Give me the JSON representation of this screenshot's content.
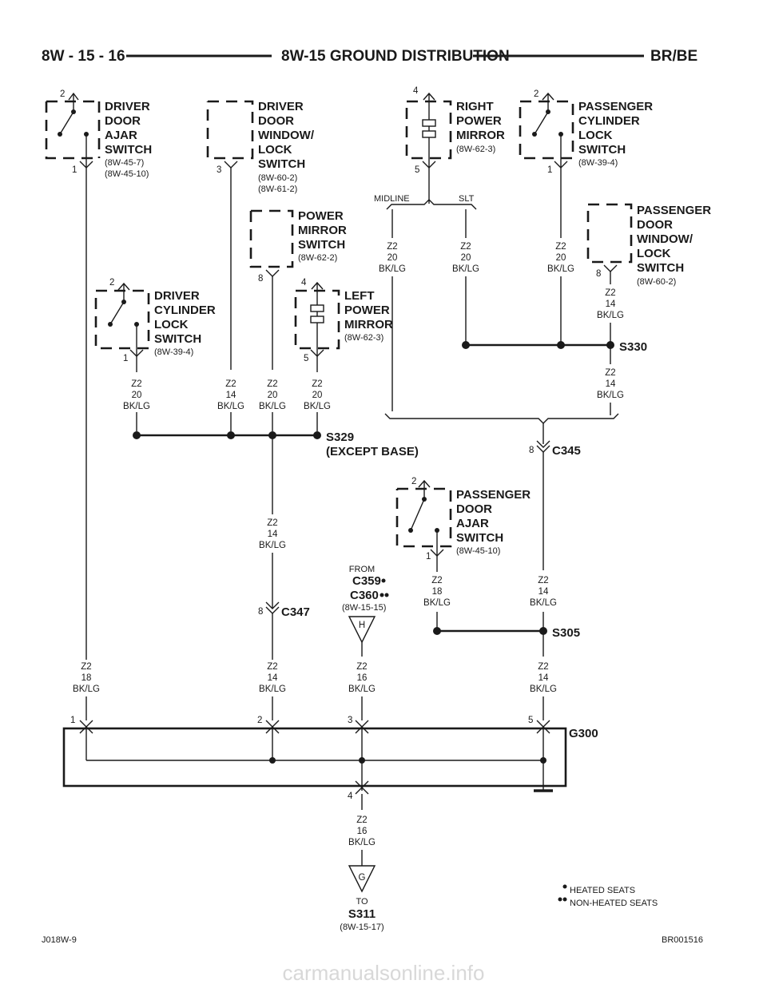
{
  "header": {
    "page_number": "8W - 15 - 16",
    "title": "8W-15 GROUND DISTRIBUTION",
    "model": "BR/BE"
  },
  "components": {
    "driver_door_ajar": {
      "name": [
        "DRIVER",
        "DOOR",
        "AJAR",
        "SWITCH"
      ],
      "refs": [
        "(8W-45-7)",
        "(8W-45-10)"
      ],
      "pin_top": "2",
      "pin_bottom": "1"
    },
    "driver_door_window": {
      "name": [
        "DRIVER",
        "DOOR",
        "WINDOW/",
        "LOCK",
        "SWITCH"
      ],
      "refs": [
        "(8W-60-2)",
        "(8W-61-2)"
      ],
      "pin": "3"
    },
    "right_power_mirror": {
      "name": [
        "RIGHT",
        "POWER",
        "MIRROR"
      ],
      "refs": [
        "(8W-62-3)"
      ],
      "pin_top": "4",
      "pin_bottom": "5"
    },
    "passenger_cylinder_lock": {
      "name": [
        "PASSENGER",
        "CYLINDER",
        "LOCK",
        "SWITCH"
      ],
      "refs": [
        "(8W-39-4)"
      ],
      "pin_top": "2",
      "pin_bottom": "1"
    },
    "passenger_door_window": {
      "name": [
        "PASSENGER",
        "DOOR",
        "WINDOW/",
        "LOCK",
        "SWITCH"
      ],
      "refs": [
        "(8W-60-2)"
      ],
      "pin": "8"
    },
    "power_mirror_switch": {
      "name": [
        "POWER",
        "MIRROR",
        "SWITCH"
      ],
      "refs": [
        "(8W-62-2)"
      ],
      "pin": "8"
    },
    "driver_cylinder_lock": {
      "name": [
        "DRIVER",
        "CYLINDER",
        "LOCK",
        "SWITCH"
      ],
      "refs": [
        "(8W-39-4)"
      ],
      "pin_top": "2",
      "pin_bottom": "1"
    },
    "left_power_mirror": {
      "name": [
        "LEFT",
        "POWER",
        "MIRROR"
      ],
      "refs": [
        "(8W-62-3)"
      ],
      "pin_top": "4",
      "pin_bottom": "5"
    },
    "passenger_door_ajar": {
      "name": [
        "PASSENGER",
        "DOOR",
        "AJAR",
        "SWITCH"
      ],
      "refs": [
        "(8W-45-10)"
      ],
      "pin_top": "2",
      "pin_bottom": "1"
    }
  },
  "mirror_options": {
    "left": "MIDLINE",
    "right": "SLT"
  },
  "wires": {
    "w_dda": [
      "Z2",
      "18",
      "BK/LG"
    ],
    "w_dcl": [
      "Z2",
      "20",
      "BK/LG"
    ],
    "w_ddw": [
      "Z2",
      "14",
      "BK/LG"
    ],
    "w_pms": [
      "Z2",
      "20",
      "BK/LG"
    ],
    "w_lpm": [
      "Z2",
      "20",
      "BK/LG"
    ],
    "w_mid": [
      "Z2",
      "20",
      "BK/LG"
    ],
    "w_slt": [
      "Z2",
      "20",
      "BK/LG"
    ],
    "w_pcl": [
      "Z2",
      "20",
      "BK/LG"
    ],
    "w_pdw": [
      "Z2",
      "14",
      "BK/LG"
    ],
    "w_s330": [
      "Z2",
      "14",
      "BK/LG"
    ],
    "w_s329": [
      "Z2",
      "14",
      "BK/LG"
    ],
    "w_pda": [
      "Z2",
      "18",
      "BK/LG"
    ],
    "w_c345": [
      "Z2",
      "14",
      "BK/LG"
    ],
    "w_g1": [
      "Z2",
      "18",
      "BK/LG"
    ],
    "w_g2": [
      "Z2",
      "14",
      "BK/LG"
    ],
    "w_g3": [
      "Z2",
      "16",
      "BK/LG"
    ],
    "w_g5": [
      "Z2",
      "14",
      "BK/LG"
    ],
    "w_g4": [
      "Z2",
      "16",
      "BK/LG"
    ]
  },
  "splices": {
    "s329": [
      "S329",
      "(EXCEPT BASE)"
    ],
    "s330": "S330",
    "s305": "S305"
  },
  "connectors": {
    "c345": {
      "label": "C345",
      "pin": "8"
    },
    "c347": {
      "label": "C347",
      "pin": "8"
    }
  },
  "from_block": {
    "from": "FROM",
    "c359": "C359",
    "c360": "C360",
    "ref": "(8W-15-15)",
    "letter": "H"
  },
  "ground": {
    "label": "G300",
    "pins": [
      "1",
      "2",
      "3",
      "5",
      "4"
    ]
  },
  "to_block": {
    "letter": "G",
    "to": "TO",
    "splice": "S311",
    "ref": "(8W-15-17)"
  },
  "legend": {
    "one_dot": "HEATED SEATS",
    "two_dots": "NON-HEATED SEATS"
  },
  "footer": {
    "left_code": "J018W-9",
    "right_code": "BR001516"
  },
  "watermark": "carmanualsonline.info"
}
